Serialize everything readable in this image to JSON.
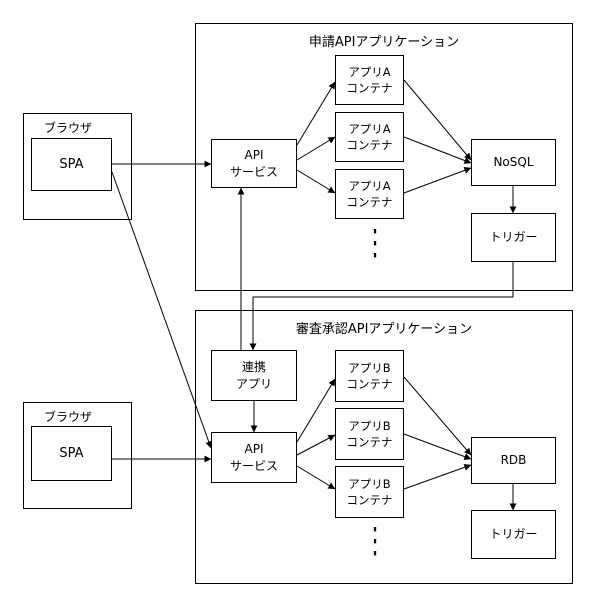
{
  "apply_app": {
    "title": "申請APIアプリケーション",
    "api_service": "API\nサービス",
    "containers": [
      "アプリA\nコンテナ",
      "アプリA\nコンテナ",
      "アプリA\nコンテナ"
    ],
    "ellipsis": "⋮",
    "nosql": "NoSQL",
    "trigger": "トリガー"
  },
  "review_app": {
    "title": "審査承認APIアプリケーション",
    "link_app": "連携\nアプリ",
    "api_service": "API\nサービス",
    "containers": [
      "アプリB\nコンテナ",
      "アプリB\nコンテナ",
      "アプリB\nコンテナ"
    ],
    "ellipsis": "⋮",
    "rdb": "RDB",
    "trigger": "トリガー"
  },
  "browser_top": {
    "title": "ブラウザ",
    "spa": "SPA"
  },
  "browser_bottom": {
    "title": "ブラウザ",
    "spa": "SPA"
  }
}
